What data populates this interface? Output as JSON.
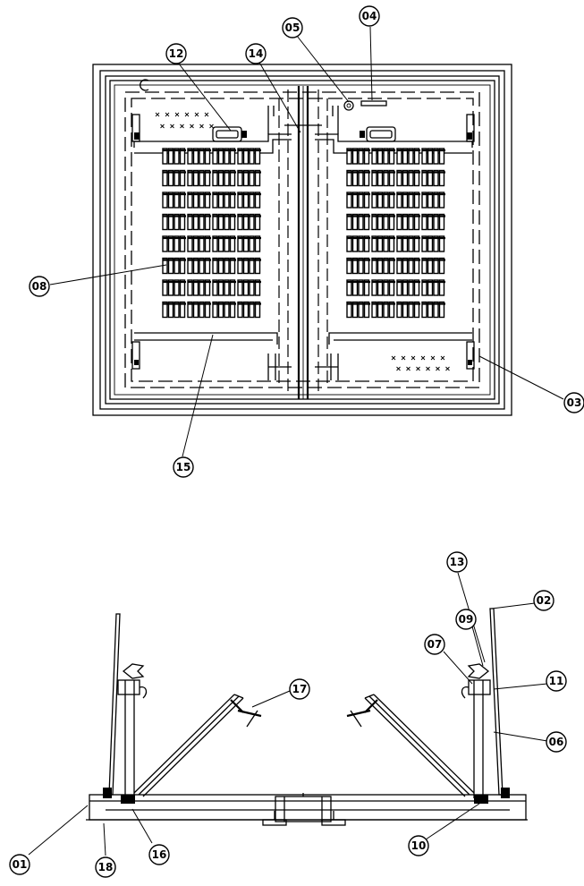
{
  "callouts": {
    "c01": "01",
    "c02": "02",
    "c03": "03",
    "c04": "04",
    "c05": "05",
    "c06": "06",
    "c07": "07",
    "c08": "08",
    "c09": "09",
    "c10": "10",
    "c11": "11",
    "c12": "12",
    "c13": "13",
    "c14": "14",
    "c15": "15",
    "c16": "16",
    "c17": "17",
    "c18": "18"
  }
}
